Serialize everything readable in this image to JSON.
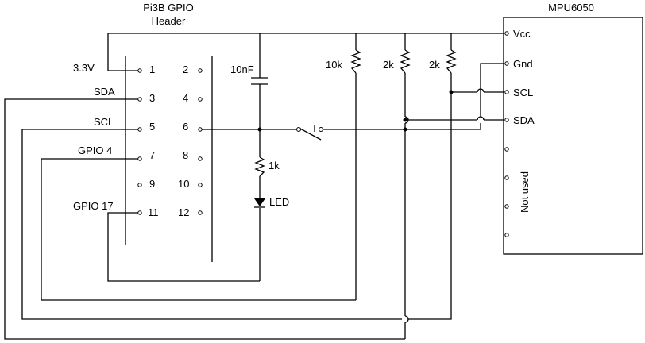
{
  "header_title": [
    "Pi3B GPIO",
    "Header"
  ],
  "module_title": "MPU6050",
  "pi_labels": {
    "v33": "3.3V",
    "sda": "SDA",
    "scl": "SCL",
    "gpio4": "GPIO 4",
    "gpio17": "GPIO 17"
  },
  "pin_numbers": {
    "p1": "1",
    "p2": "2",
    "p3": "3",
    "p4": "4",
    "p5": "5",
    "p6": "6",
    "p7": "7",
    "p8": "8",
    "p9": "9",
    "p10": "10",
    "p11": "11",
    "p12": "12"
  },
  "mpu_pins": {
    "vcc": "Vcc",
    "gnd": "Gnd",
    "scl": "SCL",
    "sda": "SDA",
    "not_used": "Not used"
  },
  "components": {
    "cap": "10nF",
    "r_led": "1k",
    "led": "LED",
    "r10k": "10k",
    "r2k_a": "2k",
    "r2k_b": "2k"
  }
}
